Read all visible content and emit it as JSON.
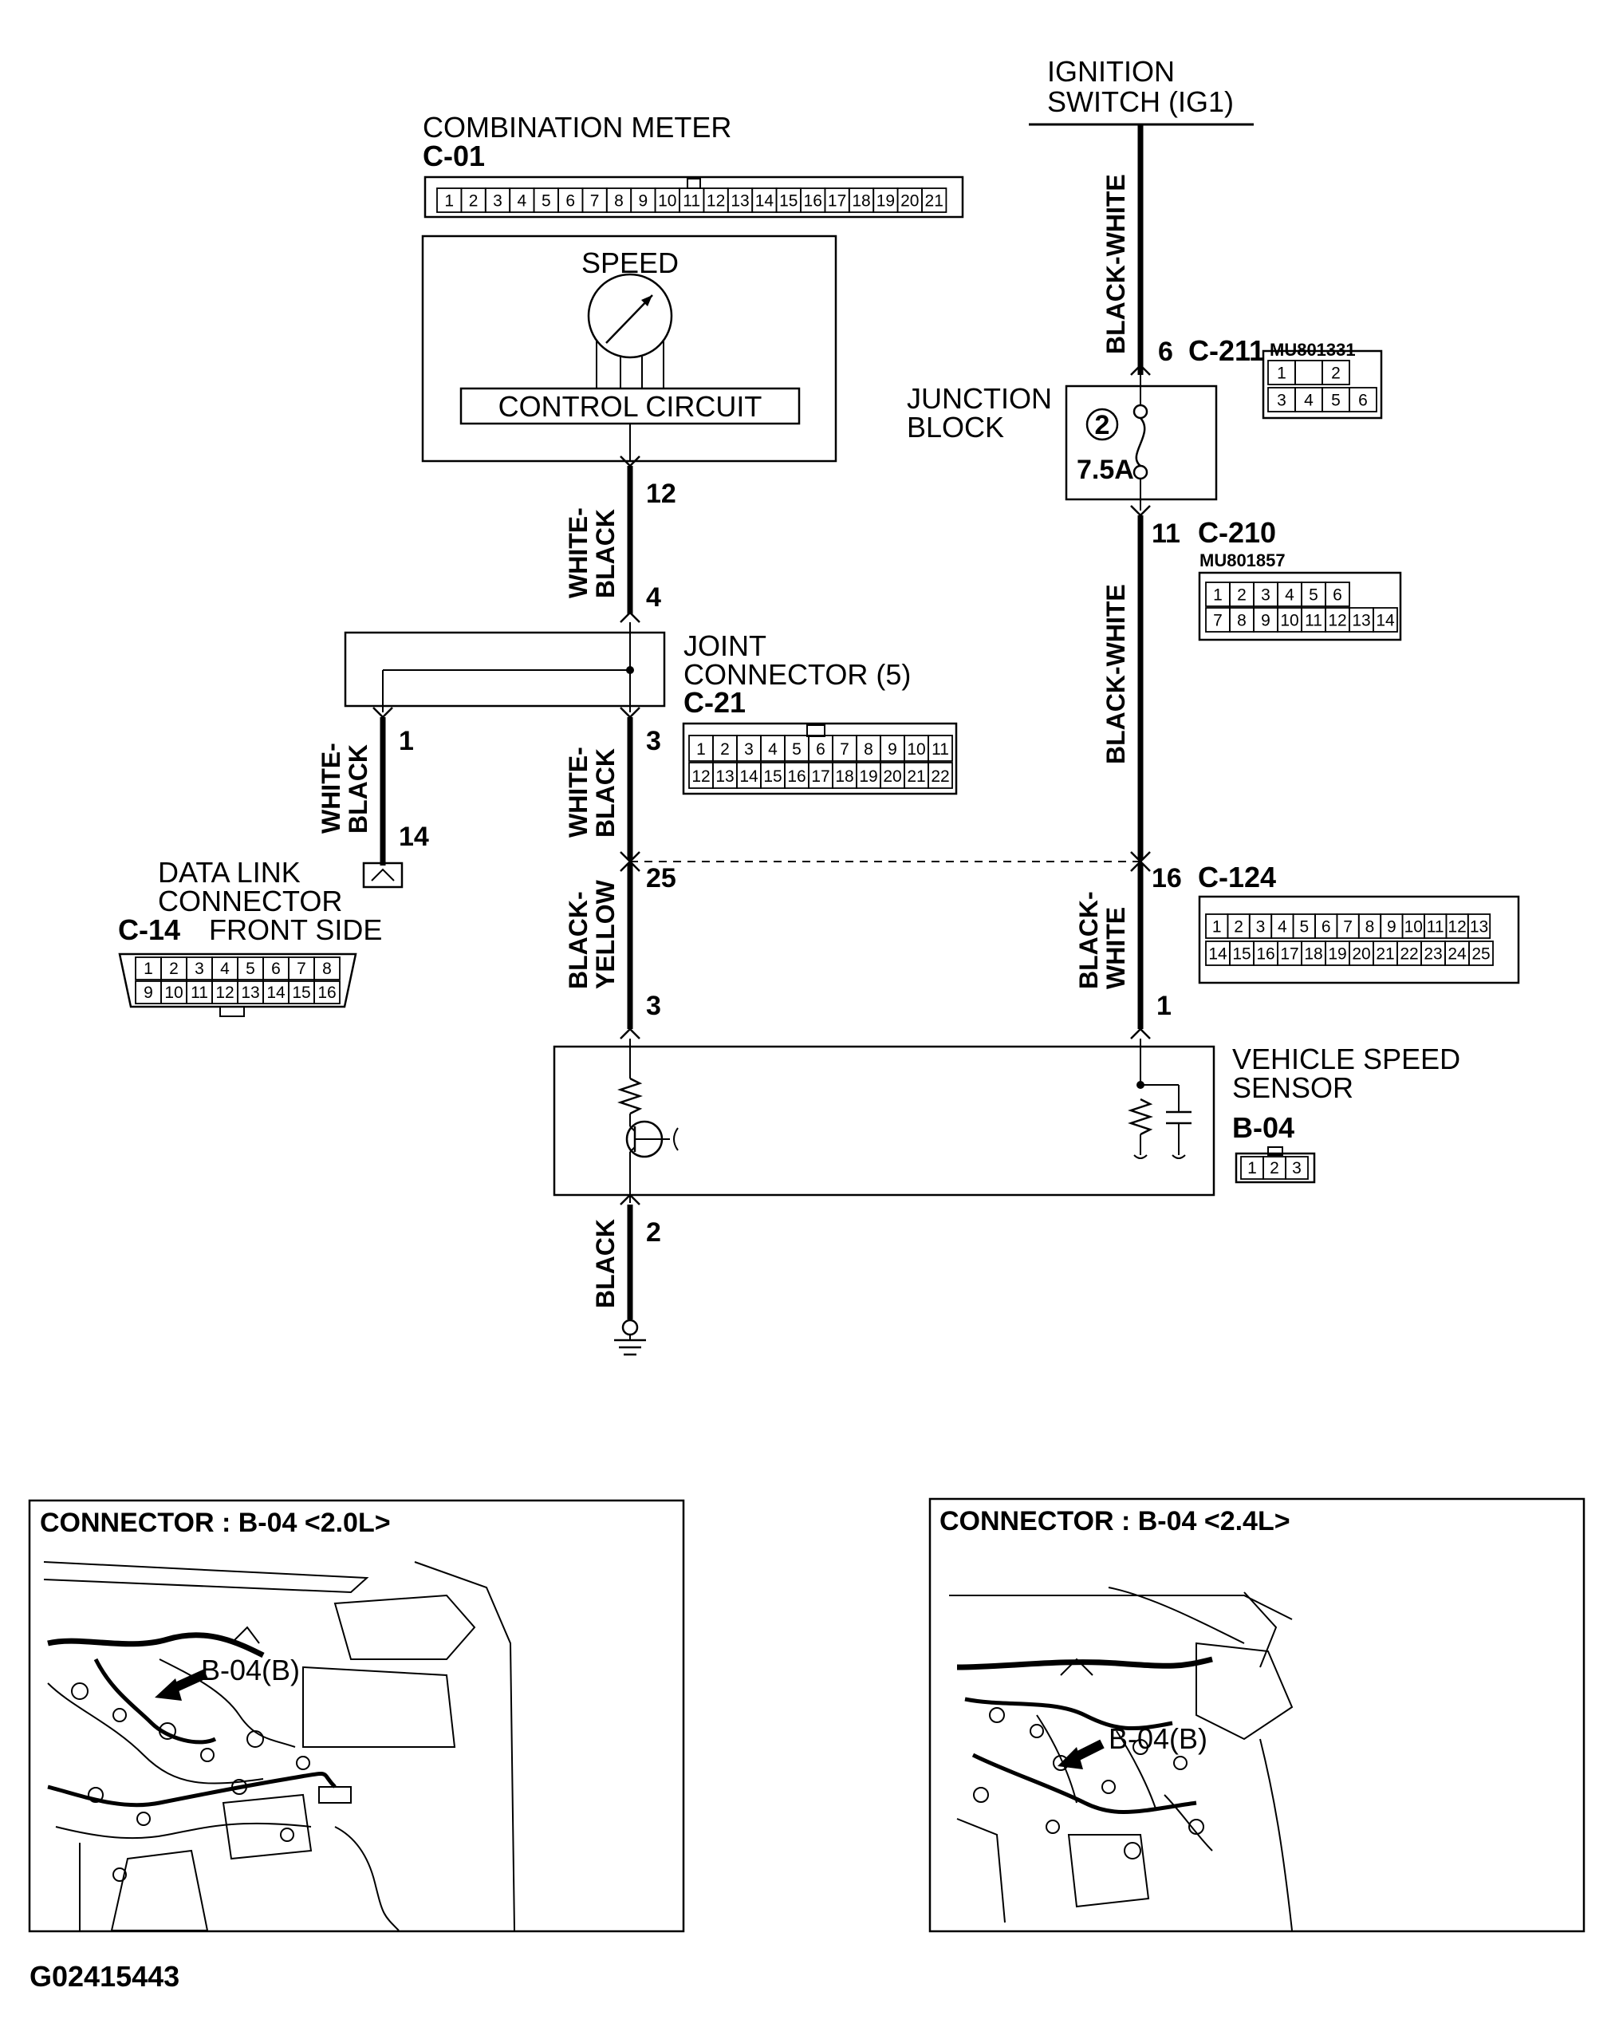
{
  "components": {
    "combination_meter": {
      "name": "COMBINATION METER",
      "code": "C-01",
      "gauge": "SPEED",
      "circuit": "CONTROL CIRCUIT"
    },
    "ignition_switch": {
      "line1": "IGNITION",
      "line2": "SWITCH (IG1)"
    },
    "junction_block": {
      "line1": "JUNCTION",
      "line2": "BLOCK",
      "fuse_number": "2",
      "fuse_rating": "7.5A"
    },
    "joint_connector": {
      "line1": "JOINT",
      "line2": "CONNECTOR (5)",
      "code": "C-21"
    },
    "data_link_connector": {
      "line1": "DATA LINK",
      "line2": "CONNECTOR",
      "code": "C-14",
      "side": "FRONT SIDE"
    },
    "vehicle_speed_sensor": {
      "line1": "VEHICLE SPEED",
      "line2": "SENSOR",
      "code": "B-04"
    }
  },
  "connectors": {
    "c211": {
      "pin": "6",
      "code": "C-211",
      "part": "MU801331",
      "row1": [
        "1",
        "",
        "2"
      ],
      "row2": [
        "3",
        "4",
        "5",
        "6"
      ]
    },
    "c210": {
      "pin": "11",
      "code": "C-210",
      "part": "MU801857",
      "row1": [
        "1",
        "2",
        "3",
        "4",
        "5",
        "6"
      ],
      "row2": [
        "7",
        "8",
        "9",
        "10",
        "11",
        "12",
        "13",
        "14"
      ]
    },
    "c124": {
      "pin": "16",
      "code": "C-124",
      "row1": [
        "1",
        "2",
        "3",
        "4",
        "5",
        "6",
        "7",
        "8",
        "9",
        "10",
        "11",
        "12",
        "13"
      ],
      "row2": [
        "14",
        "15",
        "16",
        "17",
        "18",
        "19",
        "20",
        "21",
        "22",
        "23",
        "24",
        "25"
      ]
    },
    "c01_pins": [
      "1",
      "2",
      "3",
      "4",
      "5",
      "6",
      "7",
      "8",
      "9",
      "10",
      "11",
      "12",
      "13",
      "14",
      "15",
      "16",
      "17",
      "18",
      "19",
      "20",
      "21"
    ],
    "c21_row1": [
      "1",
      "2",
      "3",
      "4",
      "5",
      "6",
      "7",
      "8",
      "9",
      "10",
      "11"
    ],
    "c21_row2": [
      "12",
      "13",
      "14",
      "15",
      "16",
      "17",
      "18",
      "19",
      "20",
      "21",
      "22"
    ],
    "c14_row1": [
      "1",
      "2",
      "3",
      "4",
      "5",
      "6",
      "7",
      "8"
    ],
    "c14_row2": [
      "9",
      "10",
      "11",
      "12",
      "13",
      "14",
      "15",
      "16"
    ],
    "b04_pins": [
      "1",
      "2",
      "3"
    ]
  },
  "wires": {
    "meter_to_joint": "WHITE-\nBLACK",
    "joint_to_dlc": "WHITE-\nBLACK",
    "joint_down": "WHITE-\nBLACK",
    "sensor_signal": "BLACK-\nYELLOW",
    "sensor_ground": "BLACK",
    "ig_to_jb": "BLACK-WHITE",
    "jb_to_c124": "BLACK-WHITE",
    "sensor_power": "BLACK-\nWHITE"
  },
  "pins": {
    "meter_out": "12",
    "joint_in": "4",
    "joint_out_dlc": "1",
    "dlc": "14",
    "joint_out_down": "3",
    "c124_signal": "25",
    "sensor_signal": "3",
    "sensor_ground": "2",
    "c124_power": "1"
  },
  "panels": [
    {
      "title": "CONNECTOR : B-04 <2.0L>",
      "callout": "B-04(B)"
    },
    {
      "title": "CONNECTOR : B-04 <2.4L>",
      "callout": "B-04(B)"
    }
  ],
  "figure_id": "G02415443",
  "colors": {
    "line": "#000000",
    "background": "#ffffff"
  }
}
